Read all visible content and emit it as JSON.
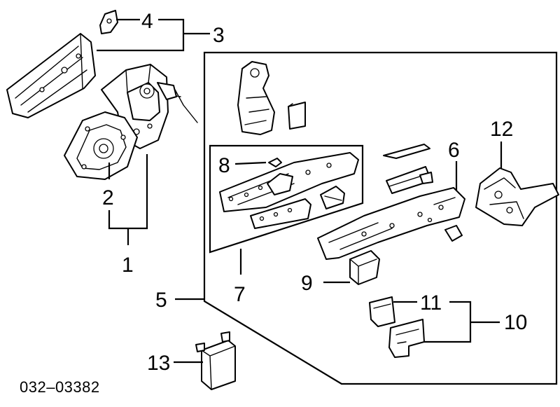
{
  "diagram": {
    "callouts": {
      "c1": "1",
      "c2": "2",
      "c3": "3",
      "c4": "4",
      "c5": "5",
      "c6": "6",
      "c7": "7",
      "c8": "8",
      "c9": "9",
      "c10": "10",
      "c11": "11",
      "c12": "12",
      "c13": "13"
    },
    "drawing_code": "032–03382"
  }
}
